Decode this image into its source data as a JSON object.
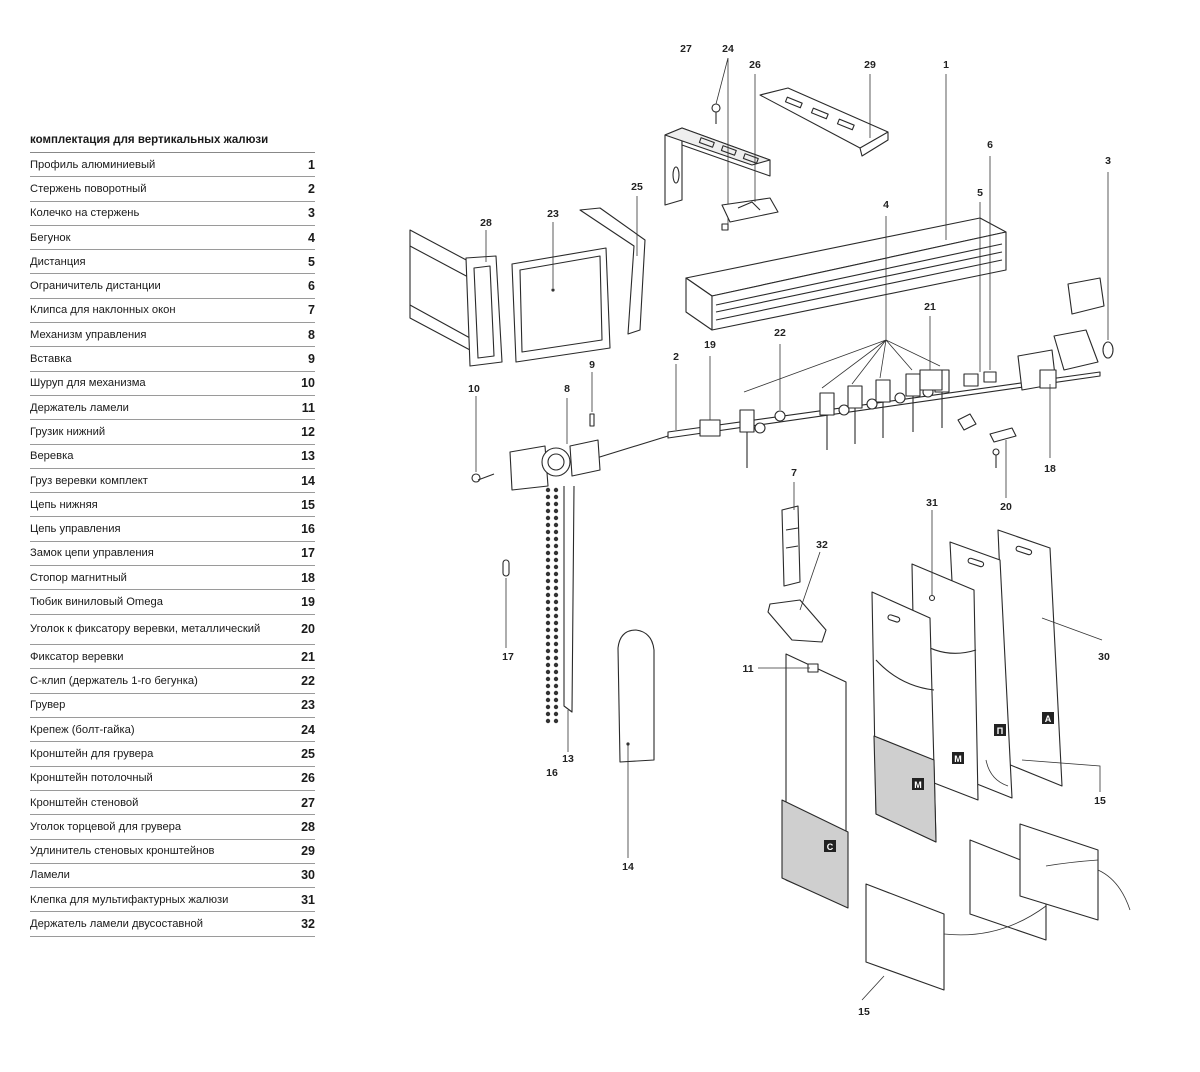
{
  "legend": {
    "title": "комплектация для вертикальных жалюзи",
    "items": [
      {
        "label": "Профиль алюминиевый",
        "num": "1"
      },
      {
        "label": "Стержень поворотный",
        "num": "2"
      },
      {
        "label": "Колечко на стержень",
        "num": "3"
      },
      {
        "label": "Бегунок",
        "num": "4"
      },
      {
        "label": "Дистанция",
        "num": "5"
      },
      {
        "label": "Ограничитель дистанции",
        "num": "6"
      },
      {
        "label": "Клипса для наклонных окон",
        "num": "7"
      },
      {
        "label": "Механизм управления",
        "num": "8"
      },
      {
        "label": "Вставка",
        "num": "9"
      },
      {
        "label": "Шуруп для механизма",
        "num": "10"
      },
      {
        "label": "Держатель ламели",
        "num": "11"
      },
      {
        "label": "Грузик нижний",
        "num": "12"
      },
      {
        "label": "Веревка",
        "num": "13"
      },
      {
        "label": "Груз веревки комплект",
        "num": "14"
      },
      {
        "label": "Цепь нижняя",
        "num": "15"
      },
      {
        "label": "Цепь управления",
        "num": "16"
      },
      {
        "label": "Замок цепи управления",
        "num": "17"
      },
      {
        "label": "Стопор магнитный",
        "num": "18"
      },
      {
        "label": "Тюбик виниловый Omega",
        "num": "19"
      },
      {
        "label": "Уголок к фиксатору веревки, металлический",
        "num": "20"
      },
      {
        "label": "Фиксатор веревки",
        "num": "21"
      },
      {
        "label": "С-клип (держатель 1-го бегунка)",
        "num": "22"
      },
      {
        "label": "Грувер",
        "num": "23"
      },
      {
        "label": "Крепеж (болт-гайка)",
        "num": "24"
      },
      {
        "label": "Кронштейн для грувера",
        "num": "25"
      },
      {
        "label": "Кронштейн потолочный",
        "num": "26"
      },
      {
        "label": "Кронштейн стеновой",
        "num": "27"
      },
      {
        "label": "Уголок торцевой для грувера",
        "num": "28"
      },
      {
        "label": "Удлинитель стеновых кронштейнов",
        "num": "29"
      },
      {
        "label": "Ламели",
        "num": "30"
      },
      {
        "label": "Клепка для мультифактурных жалюзи",
        "num": "31"
      },
      {
        "label": "Держатель ламели двусоставной",
        "num": "32"
      }
    ]
  },
  "callouts": {
    "c1": "1",
    "c2": "2",
    "c3": "3",
    "c4": "4",
    "c5": "5",
    "c6": "6",
    "c7": "7",
    "c8": "8",
    "c9": "9",
    "c10": "10",
    "c11": "11",
    "c13": "13",
    "c14": "14",
    "c15a": "15",
    "c15b": "15",
    "c16": "16",
    "c17": "17",
    "c18": "18",
    "c19": "19",
    "c20": "20",
    "c21": "21",
    "c22": "22",
    "c23": "23",
    "c24": "24",
    "c25": "25",
    "c26": "26",
    "c27": "27",
    "c28": "28",
    "c29": "29",
    "c30": "30",
    "c31": "31",
    "c32": "32"
  },
  "slat_marks": {
    "a": "А",
    "p": "П",
    "m1": "М",
    "m2": "М",
    "k": "С"
  }
}
